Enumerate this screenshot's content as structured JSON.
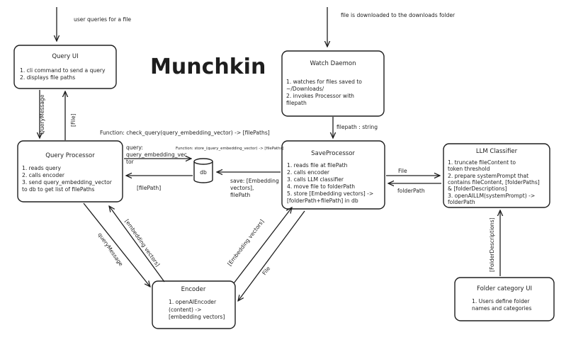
{
  "title": "Munchkin",
  "nodes": {
    "query_ui": {
      "title": "Query UI",
      "lines": [
        "1. cli command to send a query",
        "2. displays file paths"
      ]
    },
    "query_processor": {
      "title": "Query Processor",
      "lines": [
        "1. reads query",
        "2. calls encoder",
        "3. send query_embedding_vector",
        "to db to get list of filePaths"
      ]
    },
    "db": {
      "title": "db"
    },
    "watch_daemon": {
      "title": "Watch Daemon",
      "lines": [
        "1. watches for files saved to",
        "~/Downloads/",
        "2. invokes Processor with",
        "filepath"
      ]
    },
    "save_processor": {
      "title": "SaveProcessor",
      "lines": [
        "1. reads file at filePath",
        "2. calls encoder",
        "3. calls LLM classifier",
        "4. move file to folderPath",
        "5. store [Embedding vectors] ->",
        "[folderPath+filePath] in db"
      ]
    },
    "llm_classifier": {
      "title": "LLM Classifier",
      "lines": [
        "1. truncate fileContent to",
        "token threshold",
        "2. prepare systemPrompt that",
        "contains fileContent, [folderPaths]",
        "& [folderDescriptions]",
        "3.  openAILLM(systemPrompt) ->",
        "folderPath"
      ]
    },
    "encoder": {
      "title": "Encoder",
      "lines": [
        "1. openAIEncoder",
        "(content) ->",
        "[embedding vectors]"
      ]
    },
    "folder_ui": {
      "title": "Folder category UI",
      "lines": [
        "1. Users define folder",
        "names and categories"
      ]
    }
  },
  "edge_labels": {
    "user_queries": "user queries for a file",
    "file_downloaded": "file is downloaded to the downloads folder",
    "query_message_1": "QueryMessage",
    "file_1": "[File]",
    "check_query": "Function: check_query(query_embedding_vector) -> [filePaths]",
    "query_vec": [
      "query:",
      "query_embedding_vec",
      "tor"
    ],
    "store_fn": "Function: store_(query_embedding_vector) -> [filePaths]",
    "file_path_ret": "[filePath]",
    "save_embed": [
      "save: [Embedding",
      "vectors],",
      "filePath"
    ],
    "filepath_string": "filepath : string",
    "file_2": "File",
    "folder_path": "folderPath",
    "embedding_vectors_1": "[embedding vectors]",
    "query_message_2": "queryMessage",
    "embedding_vectors_2": "[Embedding vectors]",
    "file_3": "File",
    "folder_descriptions": "[FolderDescriptions]"
  }
}
